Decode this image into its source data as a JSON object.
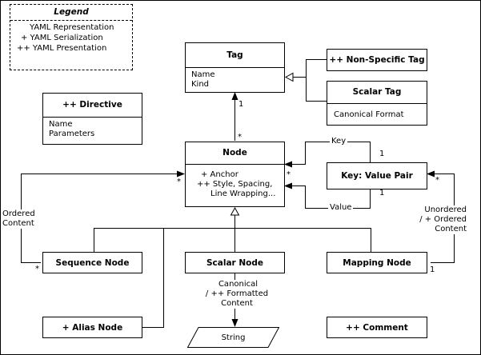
{
  "legend": {
    "title": "Legend",
    "entries": [
      "YAML Representation",
      "+ YAML Serialization",
      "++ YAML Presentation"
    ]
  },
  "tag": {
    "name": "Tag",
    "attrs": [
      "Name",
      "Kind"
    ]
  },
  "non_specific_tag": {
    "name": "++ Non-Specific Tag"
  },
  "scalar_tag": {
    "name": "Scalar Tag",
    "attrs": [
      "Canonical Format"
    ]
  },
  "directive": {
    "name": "++ Directive",
    "attrs": [
      "Name",
      "Parameters"
    ]
  },
  "node": {
    "name": "Node",
    "attrs": [
      "+ Anchor",
      "++ Style, Spacing,",
      "Line Wrapping..."
    ]
  },
  "key_value_pair": {
    "name": "Key: Value Pair"
  },
  "sequence_node": {
    "name": "Sequence Node"
  },
  "scalar_node": {
    "name": "Scalar Node"
  },
  "mapping_node": {
    "name": "Mapping Node"
  },
  "alias_node": {
    "name": "+ Alias Node"
  },
  "comment": {
    "name": "++ Comment"
  },
  "string": {
    "name": "String"
  },
  "labels": {
    "key": "Key",
    "value": "Value",
    "ordered_content": [
      "Ordered",
      "Content"
    ],
    "unordered_content": [
      "Unordered",
      "/ + Ordered",
      "Content"
    ],
    "canonical_content": [
      "Canonical",
      "/ ++ Formatted",
      "Content"
    ],
    "multiplicity_one": "1",
    "multiplicity_many": "*"
  }
}
